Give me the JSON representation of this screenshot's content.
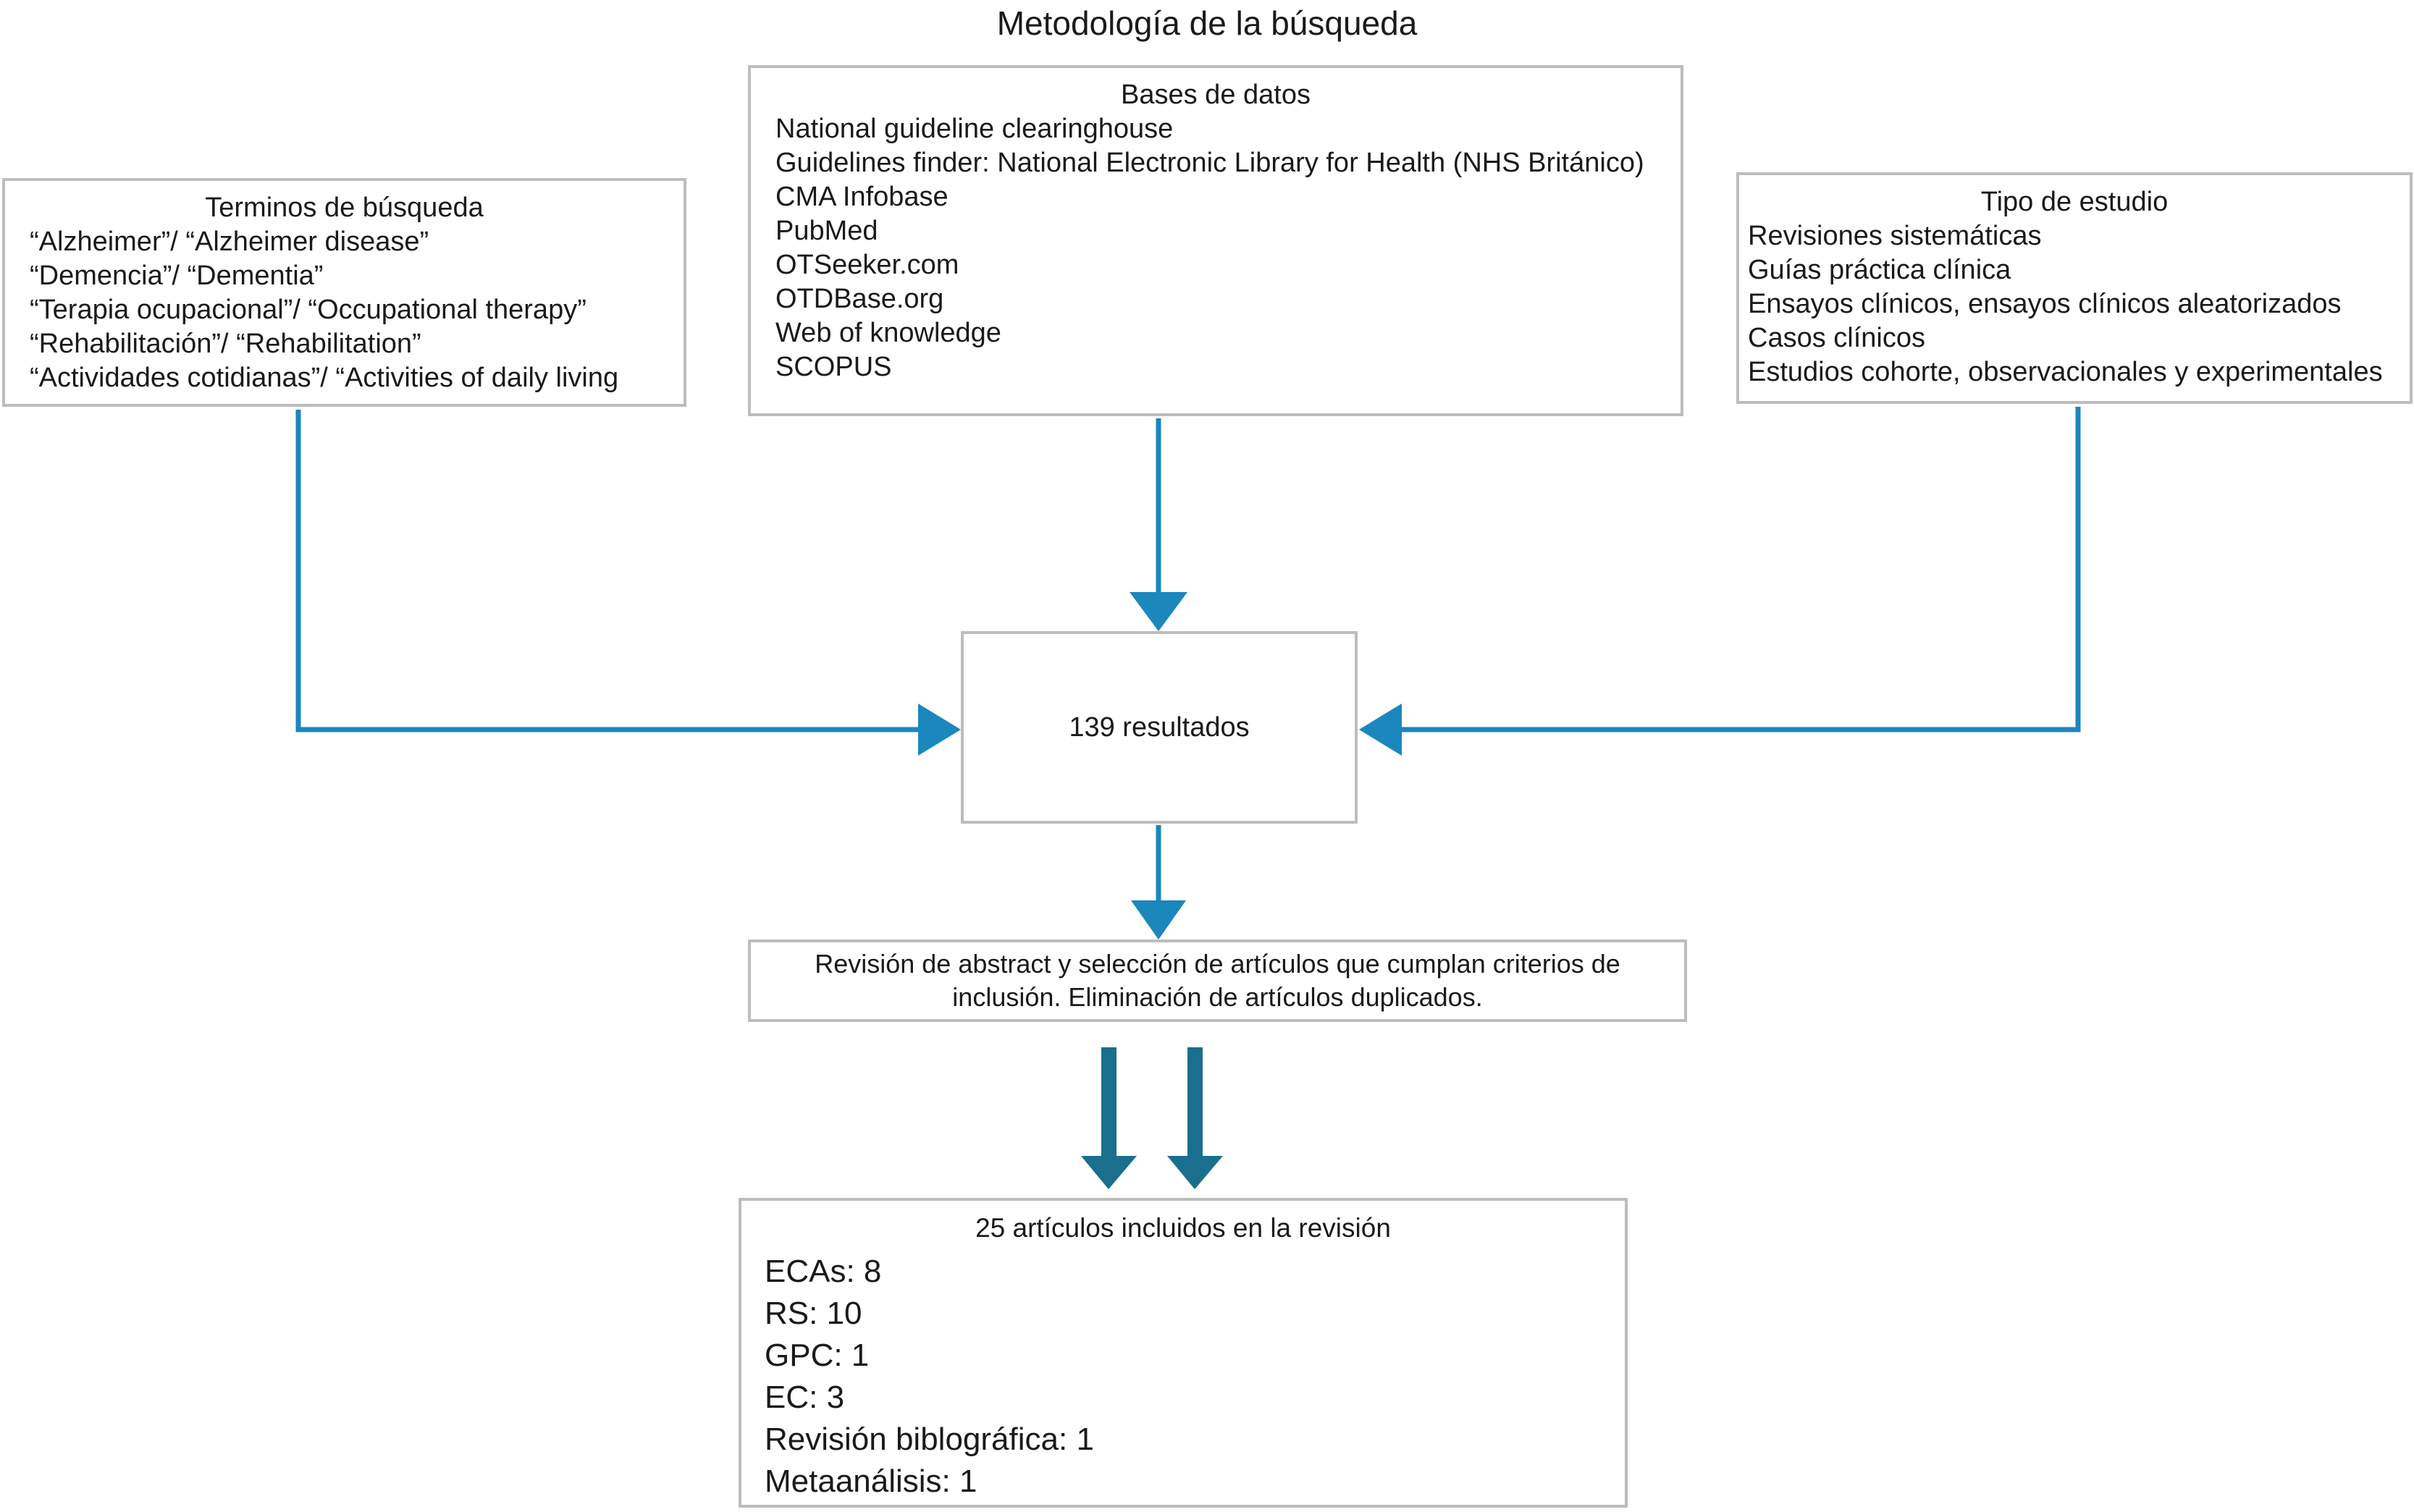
{
  "figure": {
    "title": "Metodología de la búsqueda"
  },
  "search_terms_box": {
    "heading": "Terminos de búsqueda",
    "items": [
      "“Alzheimer”/ “Alzheimer disease”",
      "“Demencia”/ “Dementia”",
      "“Terapia ocupacional”/ “Occupational therapy”",
      "“Rehabilitación”/ “Rehabilitation”",
      "“Actividades cotidianas”/ “Activities of daily living"
    ]
  },
  "databases_box": {
    "heading": "Bases de datos",
    "items": [
      "National guideline clearinghouse",
      "Guidelines finder: National Electronic Library for Health (NHS Británico)",
      "CMA Infobase",
      "PubMed",
      "OTSeeker.com",
      "OTDBase.org",
      "Web of knowledge",
      "SCOPUS"
    ]
  },
  "study_type_box": {
    "heading": "Tipo de estudio",
    "items": [
      "Revisiones sistemáticas",
      "Guías práctica clínica",
      "Ensayos clínicos, ensayos clínicos aleatorizados",
      "Casos clínicos",
      "Estudios cohorte, observacionales y experimentales"
    ]
  },
  "results_box": {
    "label": "139 resultados"
  },
  "screening_box": {
    "label": "Revisión de abstract y selección de artículos que cumplan criterios de inclusión. Eliminación de artículos duplicados."
  },
  "included_box": {
    "heading": "25 artículos incluidos en la revisión",
    "items": [
      "ECAs: 8",
      "RS: 10",
      "GPC: 1",
      "EC: 3",
      "Revisión biblográfica: 1",
      "Metaanálisis: 1"
    ]
  },
  "colors": {
    "box_border": "#bdbdbd",
    "text": "#1a1a1a",
    "arrow_thin": "#1a87bd",
    "arrow_thick": "#1a6e8e",
    "background": "#ffffff"
  },
  "connectors": [
    {
      "name": "databases-to-results",
      "style": "thin-vertical-arrow"
    },
    {
      "name": "search-terms-to-results",
      "style": "thin-elbow-arrow-right"
    },
    {
      "name": "study-type-to-results",
      "style": "thin-elbow-arrow-left"
    },
    {
      "name": "results-to-screening",
      "style": "thin-vertical-arrow"
    },
    {
      "name": "screening-to-included-left",
      "style": "thick-vertical-arrow"
    },
    {
      "name": "screening-to-included-right",
      "style": "thick-vertical-arrow"
    }
  ]
}
